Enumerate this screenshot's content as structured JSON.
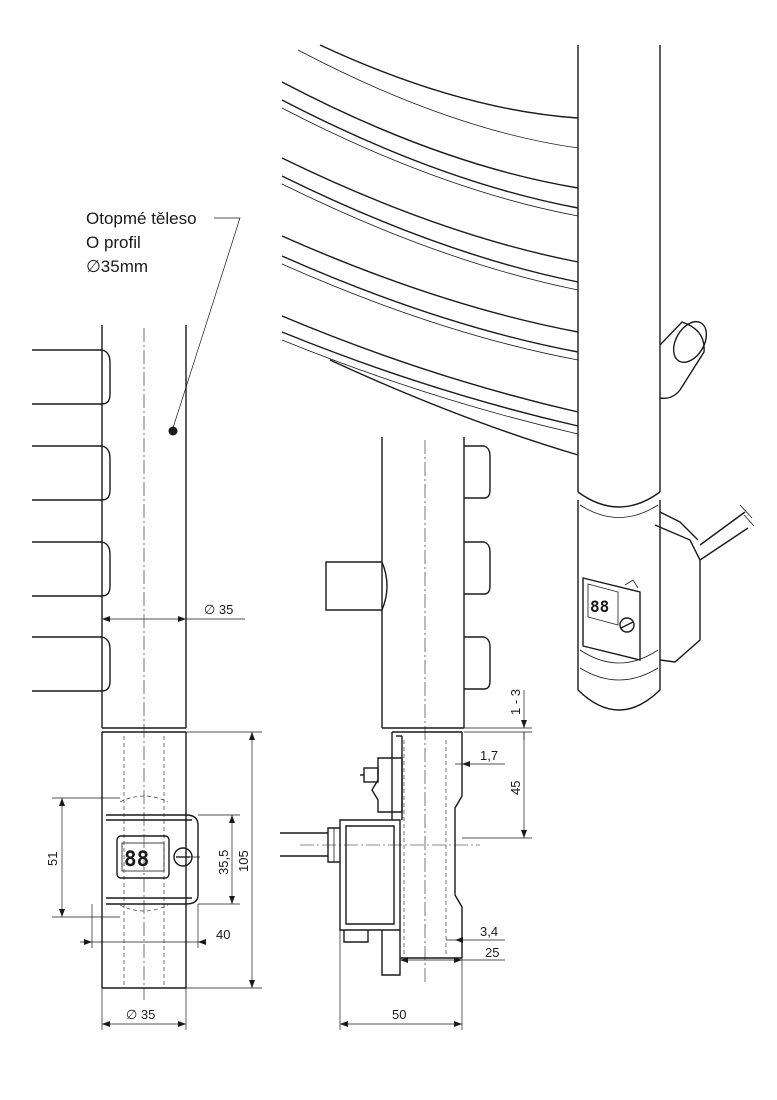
{
  "callout": {
    "line1": "Otopmé těleso",
    "line2": "O profil",
    "line3": "∅35mm"
  },
  "dimensions": {
    "front_tube_diameter": "∅ 35",
    "front_bottom_diameter": "∅ 35",
    "front_height_51": "51",
    "front_height_35_5": "35,5",
    "front_height_105": "105",
    "front_width_40": "40",
    "side_gap": "1 - 3",
    "side_offset_1_7": "1,7",
    "side_height_45": "45",
    "side_offset_3_4": "3,4",
    "side_width_25": "25",
    "side_width_50": "50"
  },
  "display": {
    "front_digits": "88",
    "iso_digits": "88"
  }
}
